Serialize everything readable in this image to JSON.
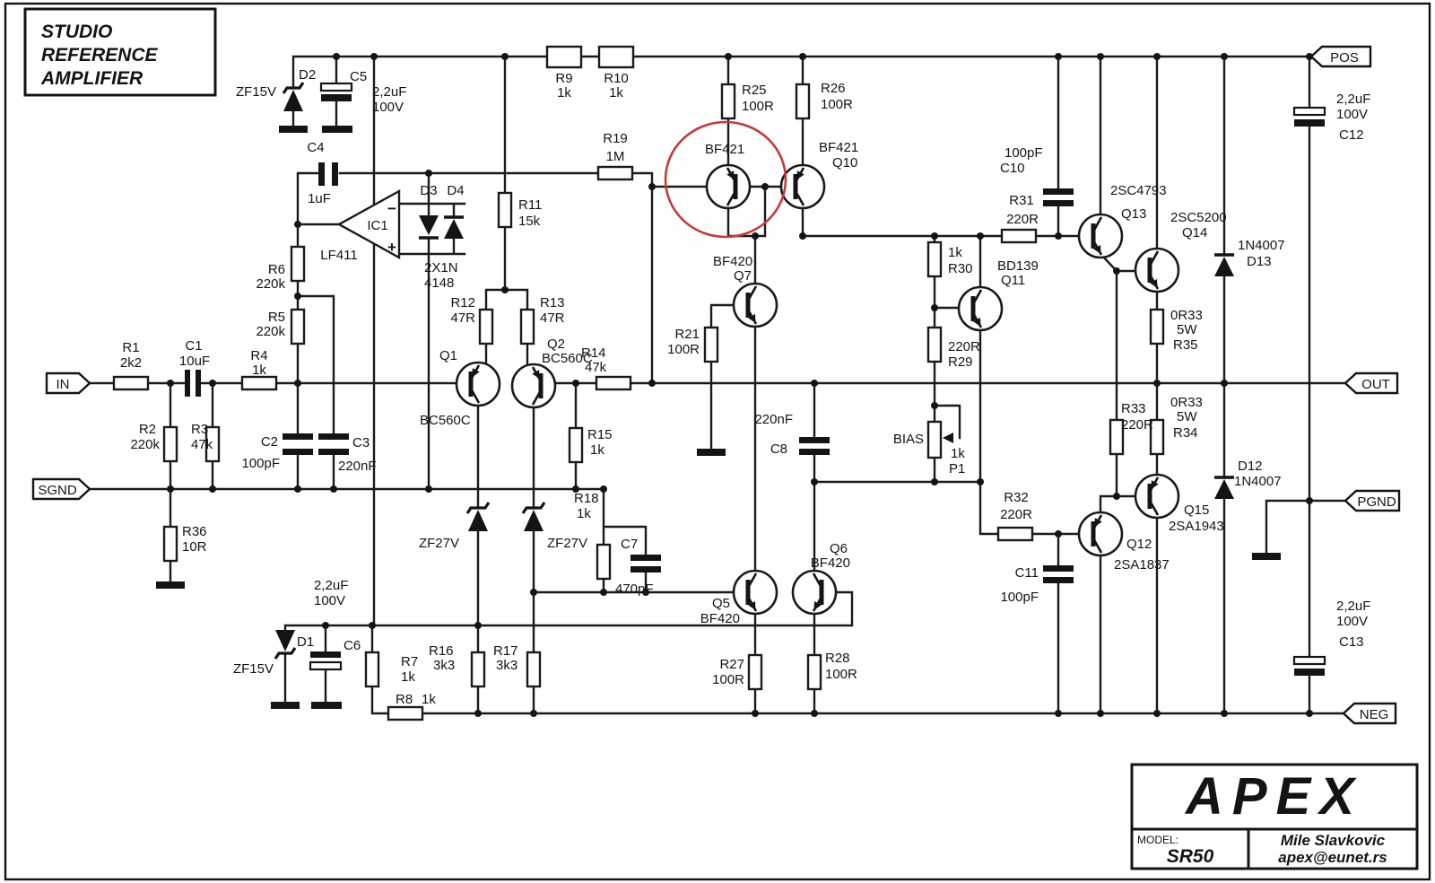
{
  "title": {
    "line1": "STUDIO",
    "line2": "REFERENCE",
    "line3": "AMPLIFIER"
  },
  "terminals": {
    "in": "IN",
    "sgnd": "SGND",
    "pos": "POS",
    "out": "OUT",
    "pgnd": "PGND",
    "neg": "NEG"
  },
  "opamp": {
    "name": "IC1",
    "part": "LF411",
    "minus": "−",
    "plus": "+"
  },
  "labels": {
    "r1": "R1",
    "r1v": "2k2",
    "c1": "C1",
    "c1v": "10uF",
    "r4": "R4",
    "r4v": "1k",
    "r2": "R2",
    "r2v": "220k",
    "r3": "R3",
    "r3v": "47k",
    "r36": "R36",
    "r36v": "10R",
    "r5": "R5",
    "r5v": "220k",
    "r6": "R6",
    "r6v": "220k",
    "c2": "C2",
    "c2v": "100pF",
    "c3": "C3",
    "c3v": "220nF",
    "d2": "D2",
    "d2v": "ZF15V",
    "c5": "C5",
    "c5v1": "2,2uF",
    "c5v2": "100V",
    "c4": "C4",
    "c4v": "1uF",
    "d3": "D3",
    "d4": "D4",
    "d34v1": "2X1N",
    "d34v2": "4148",
    "r11": "R11",
    "r11v": "15k",
    "r12": "R12",
    "r12v": "47R",
    "r13": "R13",
    "r13v": "47R",
    "q1": "Q1",
    "q1p": "BC560C",
    "q2": "Q2",
    "q2p": "BC560C",
    "r14": "R14",
    "r14v": "47k",
    "r15": "R15",
    "r15v": "1k",
    "r9": "R9",
    "r9v": "1k",
    "r10": "R10",
    "r10v": "1k",
    "r19": "R19",
    "r19v": "1M",
    "r25": "R25",
    "r25v": "100R",
    "r26": "R26",
    "r26v": "100R",
    "bf421": "BF421",
    "q10p": "BF421",
    "q10": "Q10",
    "q7p": "BF420",
    "q7": "Q7",
    "r21": "R21",
    "r21v": "100R",
    "c8v": "220nF",
    "c8": "C8",
    "zfl": "ZF27V",
    "zfr": "ZF27V",
    "r18": "R18",
    "r18v": "1k",
    "c7": "C7",
    "c7v": "470pF",
    "q5": "Q5",
    "q5p": "BF420",
    "q6": "Q6",
    "q6p": "BF420",
    "r27": "R27",
    "r27v": "100R",
    "r28": "R28",
    "r28v": "100R",
    "r16": "R16",
    "r16v": "3k3",
    "r17": "R17",
    "r17v": "3k3",
    "r7": "R7",
    "r7v": "1k",
    "r8": "R8",
    "r8v": "1k",
    "c6v1": "2,2uF",
    "c6v2": "100V",
    "d1": "D1",
    "d1v": "ZF15V",
    "c6": "C6",
    "r30v": "1k",
    "r30": "R30",
    "r29v": "220R",
    "r29": "R29",
    "q11p": "BD139",
    "q11": "Q11",
    "bias": "BIAS",
    "p1v": "1k",
    "p1": "P1",
    "c10v": "100pF",
    "c10": "C10",
    "r31": "R31",
    "r31v": "220R",
    "q13p": "2SC4793",
    "q13": "Q13",
    "q14p": "2SC5200",
    "q14": "Q14",
    "d13v": "1N4007",
    "d13": "D13",
    "r35v1": "0R33",
    "r35v2": "5W",
    "r35": "R35",
    "r33": "R33",
    "r33v": "220R",
    "r34v1": "0R33",
    "r34v2": "5W",
    "r34": "R34",
    "r32": "R32",
    "r32v": "220R",
    "c11": "C11",
    "c11v": "100pF",
    "q12": "Q12",
    "q12p": "2SA1837",
    "q15": "Q15",
    "q15p": "2SA1943",
    "d12": "D12",
    "d12v": "1N4007",
    "c12v1": "2,2uF",
    "c12v2": "100V",
    "c12": "C12",
    "c13v1": "2,2uF",
    "c13v2": "100V",
    "c13": "C13"
  },
  "footer": {
    "brand": "APEX",
    "model_label": "MODEL:",
    "model": "SR50",
    "author": "Mile Slavkovic",
    "email": "apex@eunet.rs"
  },
  "colors": {
    "wire": "#1a1a1a",
    "highlight": "#c43a3a"
  }
}
